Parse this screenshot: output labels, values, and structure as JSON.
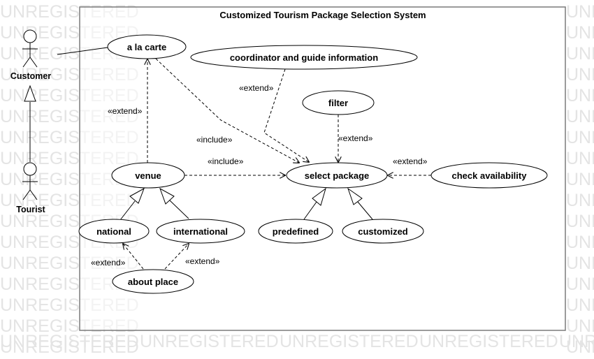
{
  "watermark": "UNREGISTERED",
  "system": {
    "title": "Customized Tourism Package Selection System"
  },
  "actors": {
    "customer": "Customer",
    "tourist": "Tourist"
  },
  "usecases": {
    "a_la_carte": "a la carte",
    "coordinator": "coordinator and guide information",
    "filter": "filter",
    "venue": "venue",
    "select_package": "select package",
    "check_availability": "check availability",
    "national": "national",
    "international": "international",
    "predefined": "predefined",
    "customized": "customized",
    "about_place": "about place"
  },
  "labels": {
    "extend": "«extend»",
    "include": "«include»"
  }
}
